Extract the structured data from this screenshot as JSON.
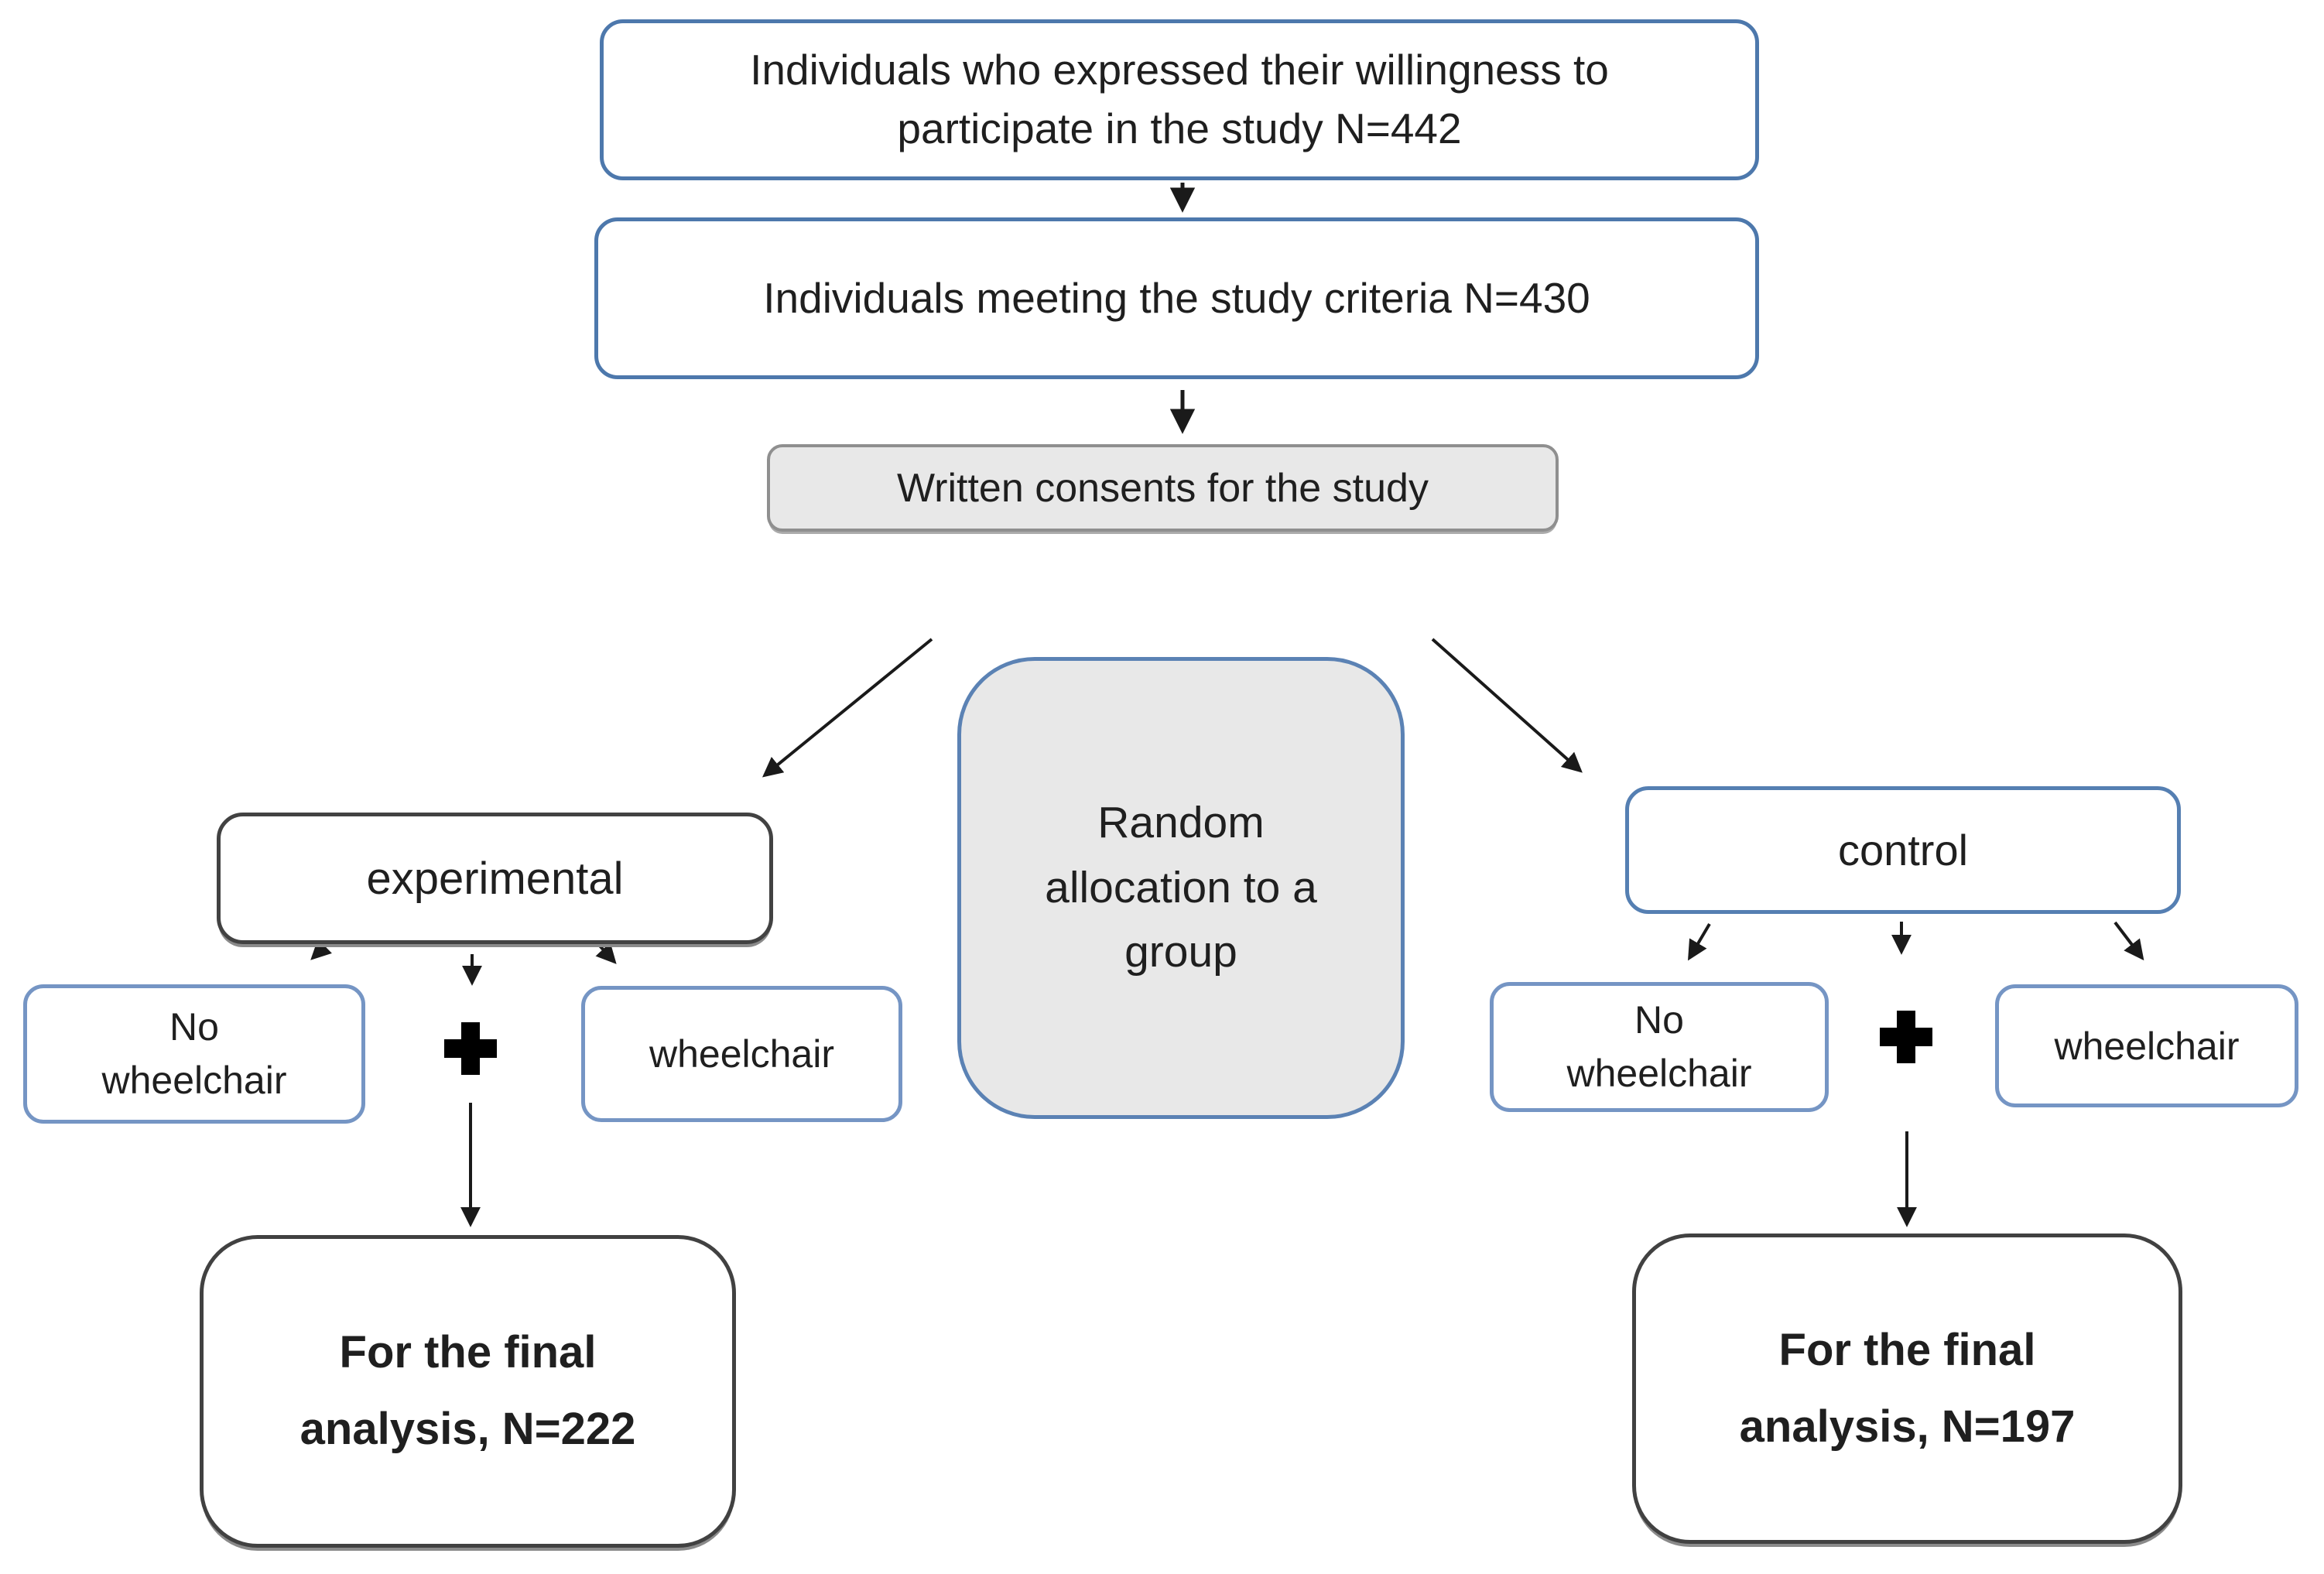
{
  "boxes": {
    "willingness": {
      "lines": [
        "Individuals who expressed their willingness to",
        "participate in the study N=442"
      ]
    },
    "criteria": {
      "lines": [
        "Individuals meeting the study criteria N=430"
      ]
    },
    "consents": {
      "lines": [
        "Written consents for the study"
      ]
    },
    "random_allocation": {
      "lines": [
        "Random",
        "allocation to a",
        "group"
      ]
    },
    "experimental_group": {
      "label": "experimental"
    },
    "control_group": {
      "label": "control"
    },
    "experimental_no_wheelchair": {
      "lines": [
        "No",
        "wheelchair"
      ]
    },
    "experimental_wheelchair": {
      "lines": [
        "wheelchair"
      ]
    },
    "control_no_wheelchair": {
      "lines": [
        "No",
        "wheelchair"
      ]
    },
    "control_wheelchair": {
      "lines": [
        "wheelchair"
      ]
    },
    "experimental_final": {
      "lines": [
        "For the final",
        "analysis, N=222"
      ]
    },
    "control_final": {
      "lines": [
        "For the final",
        "analysis, N=197"
      ]
    }
  },
  "counts": {
    "expressed_willingness": 442,
    "meeting_criteria": 430,
    "experimental_final_analysis": 222,
    "control_final_analysis": 197
  },
  "icons": {
    "plus": "heavy-plus-cross"
  },
  "colors": {
    "blue_border": "#4d78ac",
    "light_blue_border": "#7595c4",
    "random_box_border": "#5b82b4",
    "dark_border": "#414141",
    "gray_fill": "#e8e8e8",
    "gray_border": "#8f8f8f",
    "arrow": "#1a1a1a",
    "text": "#1f1f1f",
    "background": "#ffffff"
  }
}
